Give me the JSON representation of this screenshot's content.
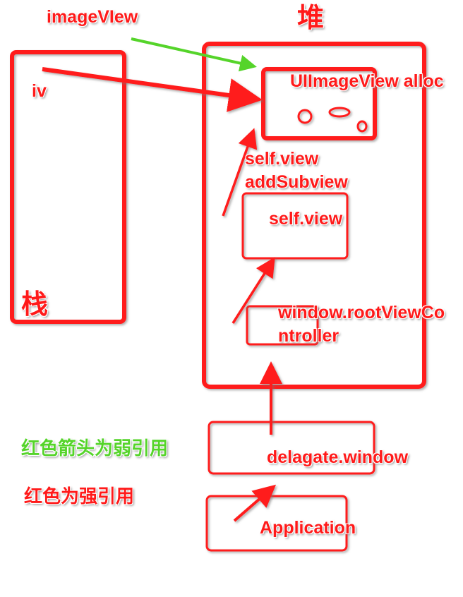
{
  "colors": {
    "strong": "#ff1a1a",
    "weak": "#55d42a",
    "background": "#ffffff"
  },
  "regions": {
    "heap": "堆",
    "stack": "栈"
  },
  "variables": {
    "iv": "iv",
    "imageView": "imageVIew"
  },
  "objects": {
    "uiimageview": "UIImageView alloc",
    "subview_label_1": "self.view",
    "subview_label_2": "addSubview",
    "self_view": "self.view",
    "root_vc_1": "window.rootViewCo",
    "root_vc_2": "ntroller",
    "delegate_window": "delagate.window",
    "application": "Application"
  },
  "legend": {
    "weak": "红色箭头为弱引用",
    "strong": "红色为强引用"
  }
}
